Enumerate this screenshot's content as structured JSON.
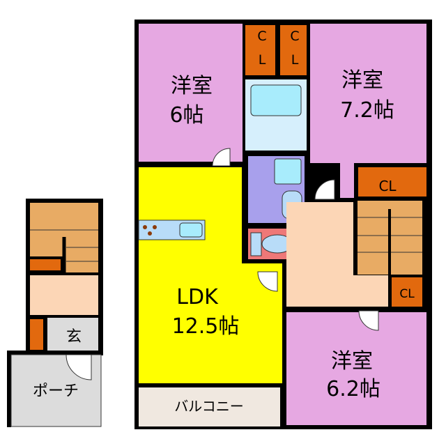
{
  "rooms": {
    "western1": {
      "name": "洋室",
      "size": "6帖"
    },
    "western2": {
      "name": "洋室",
      "size": "7.2帖"
    },
    "western3": {
      "name": "洋室",
      "size": "6.2帖"
    },
    "ldk": {
      "name": "LDK",
      "size": "12.5帖"
    },
    "closet_c": "C",
    "closet_l": "L",
    "closet": "CL",
    "balcony": "バルコニー",
    "entrance": "玄",
    "porch": "ポーチ"
  },
  "colors": {
    "western": "#e6a8e2",
    "ldk": "#ffff00",
    "closet": "#e2690e",
    "stairs": "#e8ab64",
    "hall": "#fcd6b6",
    "wash": "#a8a0ec",
    "toilet": "#ee7878",
    "bath": "#d6effc",
    "fixture": "#a8ecfc",
    "entrance": "#dcdcdc",
    "balcony": "#f0e8e0",
    "wall": "#000000"
  }
}
